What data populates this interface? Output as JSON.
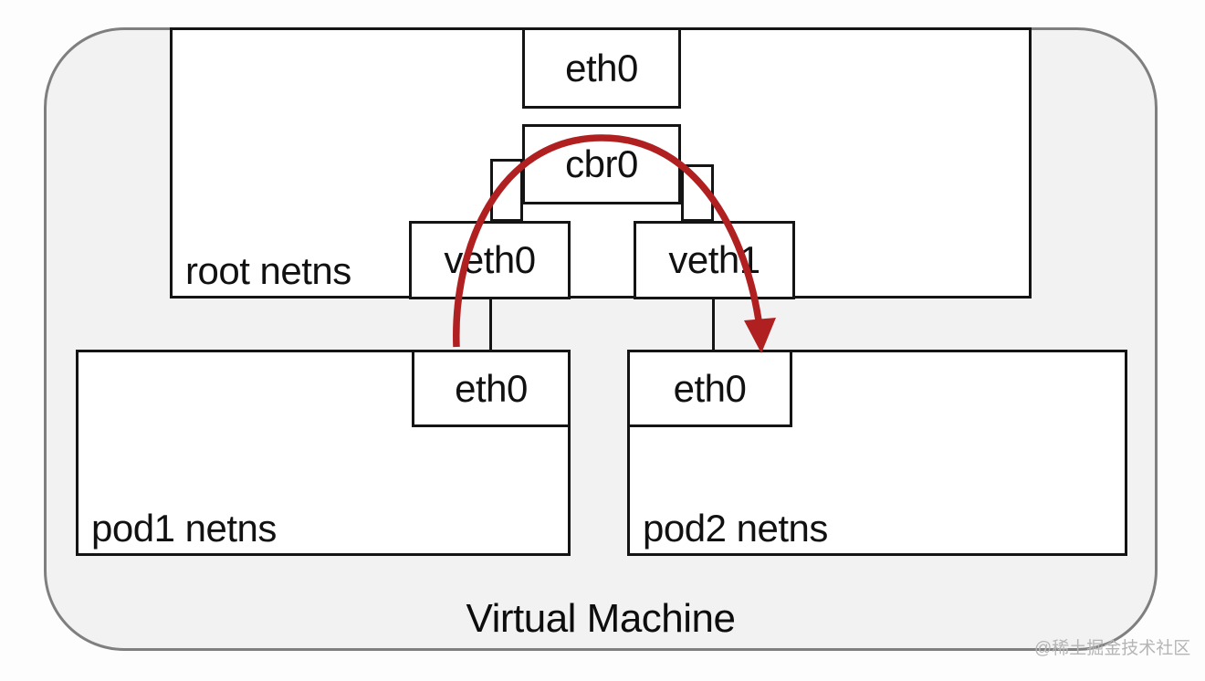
{
  "diagram": {
    "vm": {
      "label": "Virtual Machine"
    },
    "namespaces": {
      "root": {
        "label": "root netns"
      },
      "pod1": {
        "label": "pod1 netns"
      },
      "pod2": {
        "label": "pod2 netns"
      }
    },
    "interfaces": {
      "host_eth0": "eth0",
      "bridge": "cbr0",
      "veth0": "veth0",
      "veth1": "veth1",
      "pod1_eth0": "eth0",
      "pod2_eth0": "eth0"
    },
    "arrow": {
      "description": "red curved arrow showing traffic from pod1 eth0 over cbr0 bridge into pod2 eth0",
      "color": "#b02020"
    },
    "watermark": "@稀土掘金技术社区",
    "colors": {
      "outer_fill": "#f2f2f2",
      "outer_border": "#7f7f7f",
      "box_fill": "#ffffff",
      "box_border": "#141414",
      "arrow_red": "#b02020",
      "watermark_gray": "#b5b5b5"
    }
  }
}
